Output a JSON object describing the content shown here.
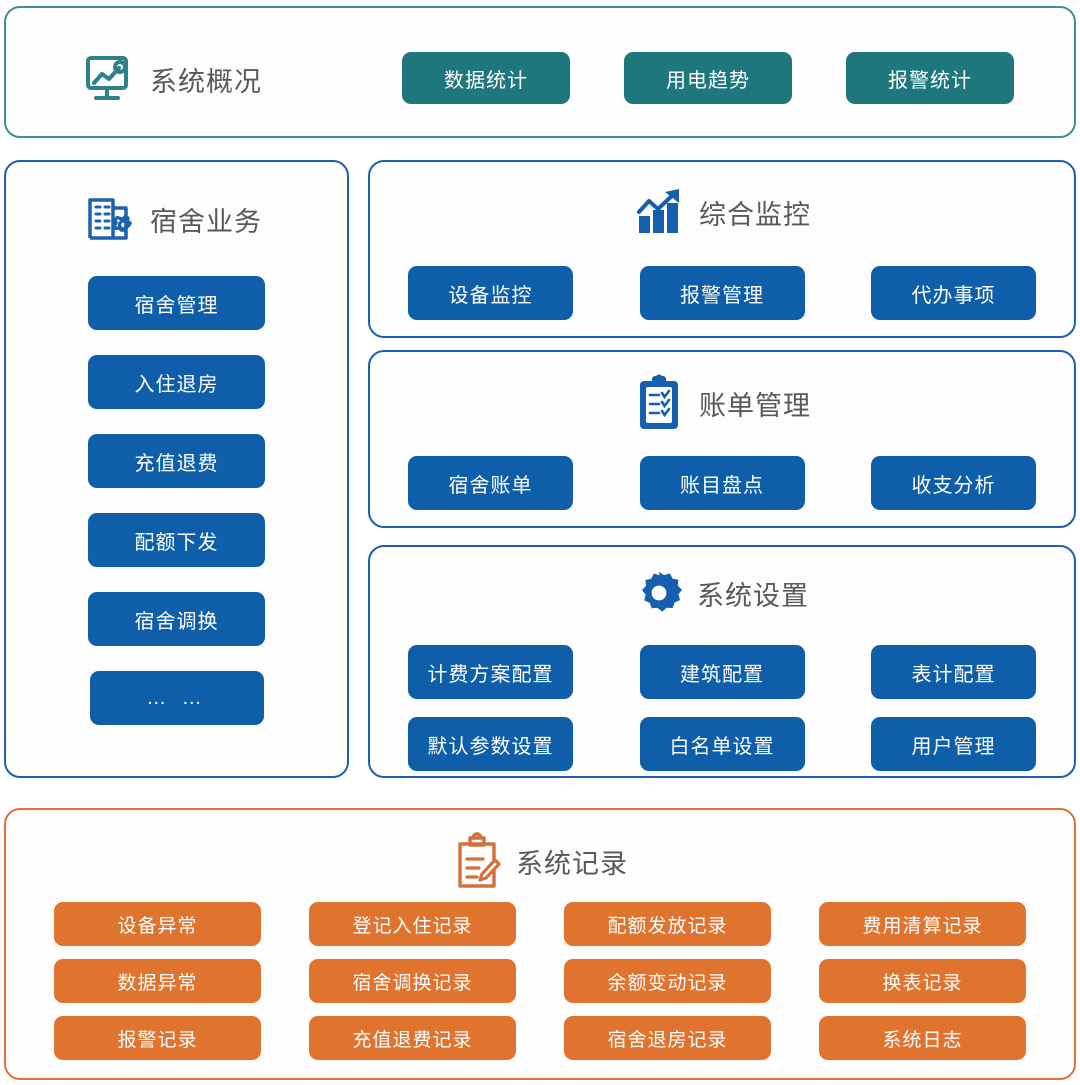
{
  "colors": {
    "teal": "#1f777e",
    "teal_border": "#3d8e96",
    "blue": "#0f5ea9",
    "blue_border": "#1a60ac",
    "orange": "#e0742f",
    "orange_border": "#dd7136",
    "heading_text": "#58595b"
  },
  "overview": {
    "title": "系统概况",
    "icon": "monitor-chart-icon",
    "buttons": [
      {
        "label": "数据统计"
      },
      {
        "label": "用电趋势"
      },
      {
        "label": "报警统计"
      }
    ]
  },
  "dormitory": {
    "title": "宿舍业务",
    "icon": "building-gear-icon",
    "buttons": [
      {
        "label": "宿舍管理"
      },
      {
        "label": "入住退房"
      },
      {
        "label": "充值退费"
      },
      {
        "label": "配额下发"
      },
      {
        "label": "宿舍调换"
      },
      {
        "label": "…  …"
      }
    ]
  },
  "monitoring": {
    "title": "综合监控",
    "icon": "bar-chart-arrow-icon",
    "buttons": [
      {
        "label": "设备监控"
      },
      {
        "label": "报警管理"
      },
      {
        "label": "代办事项"
      }
    ]
  },
  "billing": {
    "title": "账单管理",
    "icon": "clipboard-check-icon",
    "buttons": [
      {
        "label": "宿舍账单"
      },
      {
        "label": "账目盘点"
      },
      {
        "label": "收支分析"
      }
    ]
  },
  "settings": {
    "title": "系统设置",
    "icon": "gear-icon",
    "buttons": [
      {
        "label": "计费方案配置"
      },
      {
        "label": "建筑配置"
      },
      {
        "label": "表计配置"
      },
      {
        "label": "默认参数设置"
      },
      {
        "label": "白名单设置"
      },
      {
        "label": "用户管理"
      }
    ]
  },
  "records": {
    "title": "系统记录",
    "icon": "clipboard-pencil-icon",
    "buttons": [
      {
        "label": "设备异常"
      },
      {
        "label": "登记入住记录"
      },
      {
        "label": "配额发放记录"
      },
      {
        "label": "费用清算记录"
      },
      {
        "label": "数据异常"
      },
      {
        "label": "宿舍调换记录"
      },
      {
        "label": "余额变动记录"
      },
      {
        "label": "换表记录"
      },
      {
        "label": "报警记录"
      },
      {
        "label": "充值退费记录"
      },
      {
        "label": "宿舍退房记录"
      },
      {
        "label": "系统日志"
      }
    ]
  }
}
